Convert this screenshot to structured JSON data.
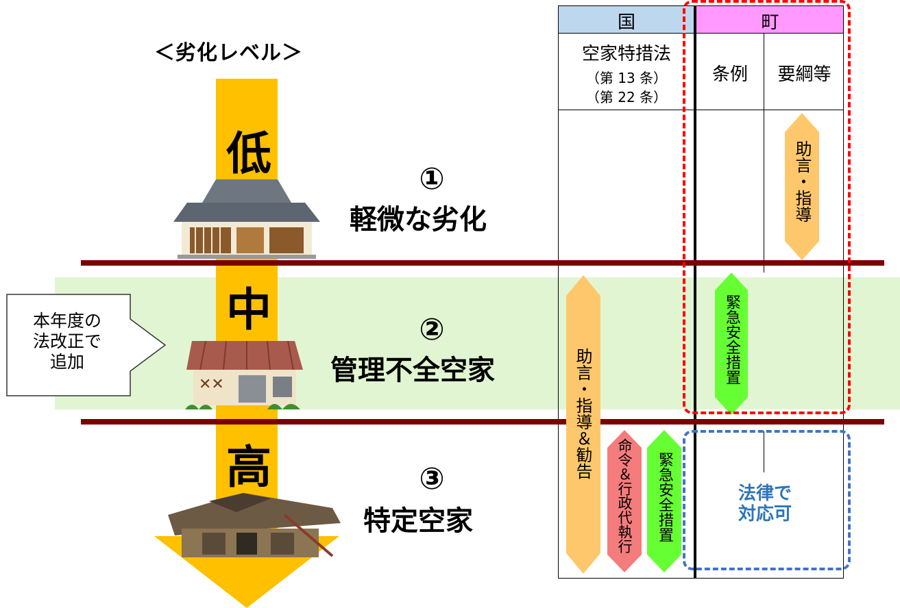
{
  "level_title": "＜劣化レベル＞",
  "levels": [
    {
      "char": "低",
      "number": "①",
      "label": "軽微な劣化"
    },
    {
      "char": "中",
      "number": "②",
      "label": "管理不全空家"
    },
    {
      "char": "高",
      "number": "③",
      "label": "特定空家"
    }
  ],
  "callout": {
    "lines": [
      "本年度の",
      "法改正で",
      "追加"
    ]
  },
  "table": {
    "kuni": "国",
    "cho": "町",
    "law": "空家特措法",
    "art13": "（第 13 条）",
    "art22": "（第 22 条）",
    "jorei": "条例",
    "yoko": "要綱等"
  },
  "arrows": {
    "yoko_advice": "助言・指導",
    "jorei_emergency": "緊急安全措置",
    "kuni_advice": "助言・指導＆勧告",
    "kuni_order": "命令＆行政代執行",
    "kuni_emergency": "緊急安全措置"
  },
  "law_note": "法律で\n対応可",
  "colors": {
    "kuni_header": "#bdd7ee",
    "cho_header": "#ff99ff",
    "advice_arrow": "#ffc76b",
    "order_arrow": "#f47c7c",
    "emergency_arrow": "#66ff33",
    "level_arrow": "#ffc000",
    "band_highlight": "#e2f5d2",
    "divider": "#7b0000",
    "red_dashed": "#ff0000",
    "blue_dashed": "#4472c4",
    "law_note_text": "#2e75b6"
  },
  "icons": [
    "low-degradation-house-icon",
    "neglected-house-icon",
    "collapsed-house-icon"
  ]
}
